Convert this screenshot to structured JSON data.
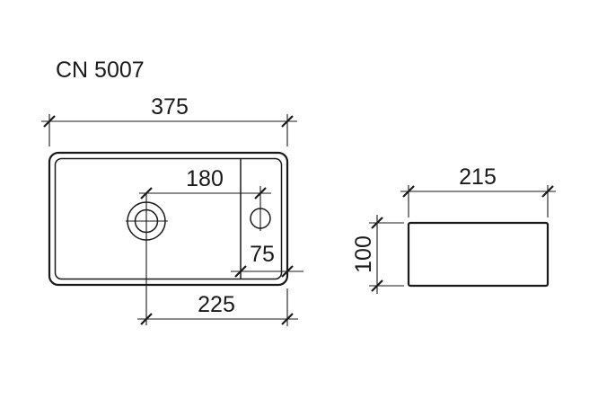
{
  "title": "CN 5007",
  "colors": {
    "line": "#1a1a1a",
    "background": "#ffffff"
  },
  "top_view": {
    "overall_width": "375",
    "drain_to_faucet": "180",
    "faucet_deck_width": "75",
    "drain_to_right_edge": "225"
  },
  "side_view": {
    "width": "215",
    "height": "100"
  }
}
